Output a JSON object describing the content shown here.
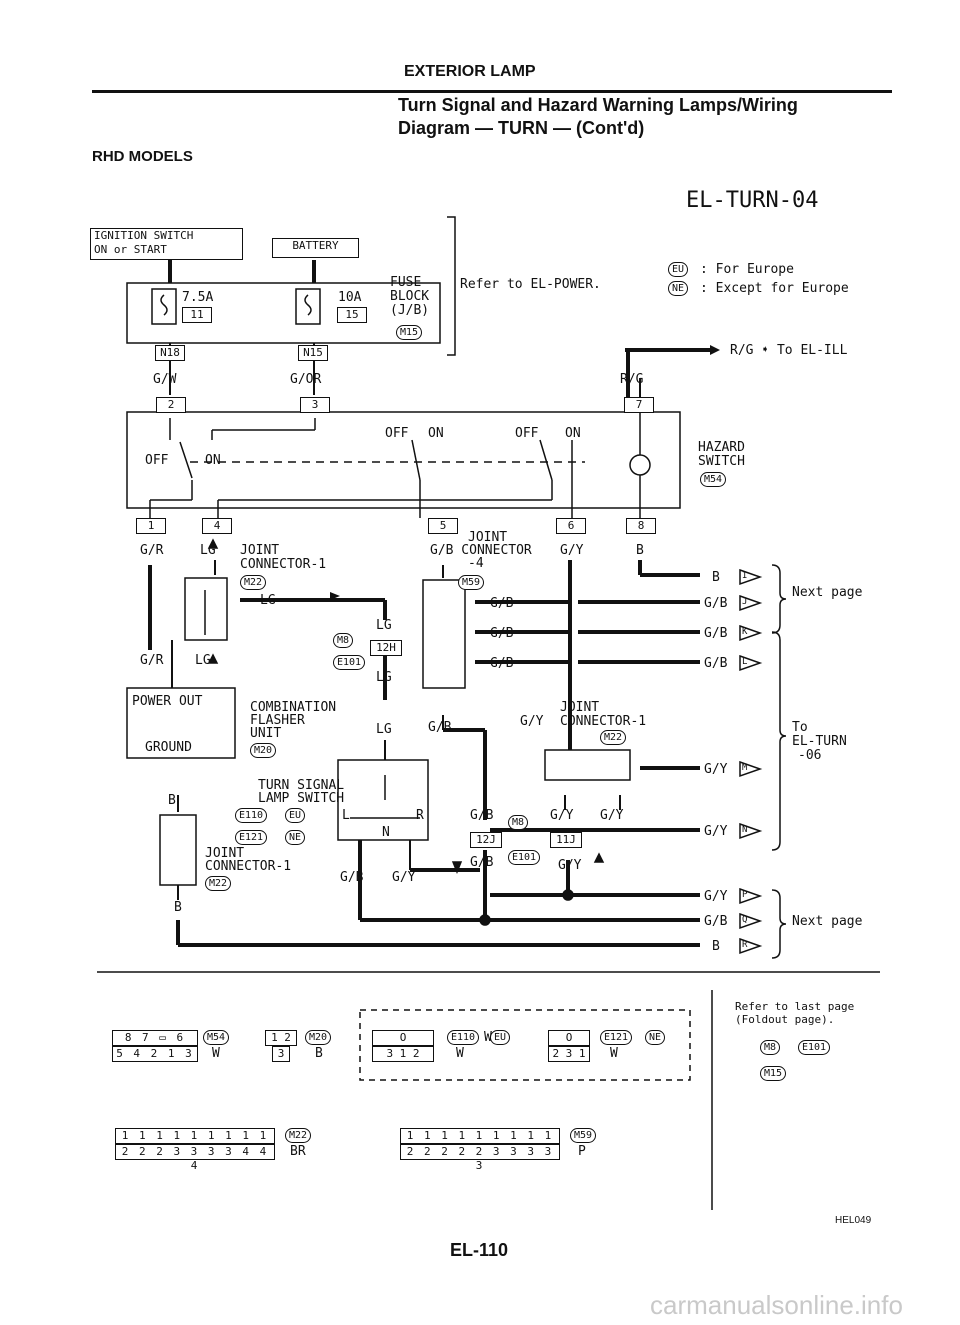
{
  "header": {
    "section": "EXTERIOR LAMP",
    "title_line1": "Turn Signal and Hazard Warning Lamps/Wiring",
    "title_line2": "Diagram — TURN — (Cont'd)",
    "models": "RHD MODELS",
    "diagram_code": "EL-TURN-04"
  },
  "legend": {
    "eu": "EU",
    "eu_text": ": For Europe",
    "ne": "NE",
    "ne_text": ": Except for Europe",
    "power_ref": "Refer to EL-POWER."
  },
  "labels": {
    "ign_line1": "IGNITION SWITCH",
    "ign_line2": "ON or START",
    "battery": "BATTERY",
    "fuse_7_5": "7.5A",
    "fuse_11": "11",
    "fuse_10": "10A",
    "fuse_15": "15",
    "fuse_block1": "FUSE",
    "fuse_block2": "BLOCK",
    "fuse_block3": "(J/B)",
    "m15": "M15",
    "n18": "N18",
    "n15": "N15",
    "gw": "G/W",
    "gor": "G/OR",
    "rg": "R/G",
    "rg_to": "R/G ➧ To EL-ILL",
    "pin2": "2",
    "pin3": "3",
    "pin7": "7",
    "off": "OFF",
    "on": "ON",
    "off2": "OFF",
    "on2": "ON",
    "off3": "OFF",
    "on3": "ON",
    "hazard1": "HAZARD",
    "hazard2": "SWITCH",
    "m54": "M54",
    "pin1": "1",
    "pin4": "4",
    "pin5": "5",
    "pin6": "6",
    "pin8": "8",
    "gr": "G/R",
    "lg": "LG",
    "jc1_1": "JOINT",
    "jc1_2": "CONNECTOR-1",
    "m22": "M22",
    "jc4_1": "JOINT",
    "jc4_2": "G/B CONNECTOR",
    "jc4_3": "-4",
    "m59": "M59",
    "gy": "G/Y",
    "b": "B",
    "gb": "G/B",
    "m8": "M8",
    "e101": "E101",
    "pin12h": "12H",
    "pin12j": "12J",
    "pin11j": "11J",
    "power_out": "POWER  OUT",
    "ground": "GROUND",
    "flasher1": "COMBINATION",
    "flasher2": "FLASHER",
    "flasher3": "UNIT",
    "m20": "M20",
    "tss1": "TURN SIGNAL",
    "tss2": "LAMP SWITCH",
    "e110": "E110",
    "e121": "E121",
    "l": "L",
    "r": "R",
    "n": "N",
    "jc1b_1": "JOINT",
    "jc1b_2": "CONNECTOR-1",
    "next_page": "Next page",
    "to_turn1": "To",
    "to_turn2": "EL-TURN",
    "to_turn3": "-06",
    "arrow_i": "I",
    "arrow_j": "J",
    "arrow_k": "K",
    "arrow_l": "L",
    "arrow_m": "M",
    "arrow_n": "N",
    "arrow_p": "P",
    "arrow_q": "Q",
    "arrow_r": "R"
  },
  "connectors": {
    "m54_pins_top": "8 7 ▭ 6",
    "m54_pins_bot": "5 4 2 1 3",
    "m54_color": "W",
    "m20_pins_top": "1 2",
    "m20_pins_bot": "3",
    "m20_color": "B",
    "e110_pins_top": "O",
    "e110_pins_bot": "3  1 2",
    "e110_color": "W",
    "e121_pins_top": "O",
    "e121_pins_bot": "2 3 1",
    "e121_color": "W",
    "m22_pins_top": "1 1 1 1 1 1 1 1 1 1",
    "m22_pins_bot": "2 2 2 3 3 3 3 4 4 4",
    "m22_color": "BR",
    "m59_pins_top": "1 1 1 1 1 1 1 1 1 1",
    "m59_pins_bot": "2 2 2 2 2 3 3 3 3 3",
    "m59_color": "P",
    "refer1": "Refer to last page",
    "refer2": "(Foldout page).",
    "refer_m8": "M8",
    "refer_e101": "E101",
    "refer_m15": "M15"
  },
  "footer": {
    "page": "EL-110",
    "code": "HEL049",
    "watermark": "carmanualsonline.info"
  }
}
